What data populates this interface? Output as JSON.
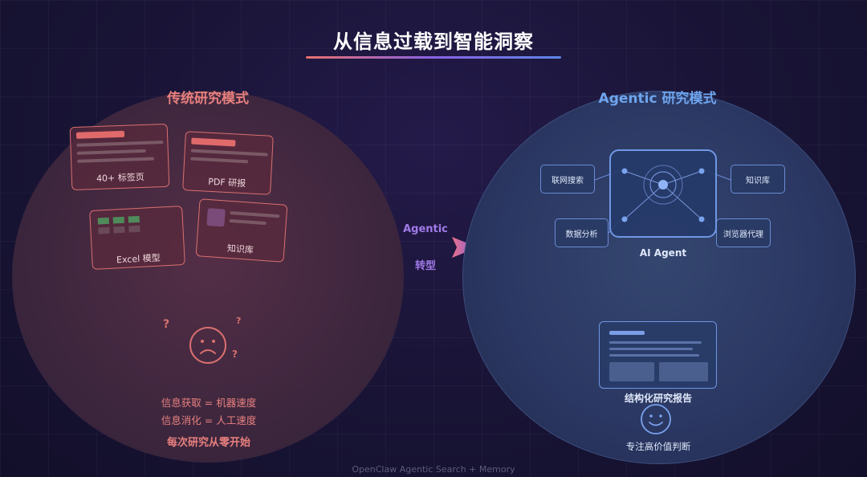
{
  "title": "从信息过载到智能洞察",
  "left": {
    "heading": "传统研究模式",
    "cards": [
      "40+ 标签页",
      "PDF 研报",
      "Excel 模型",
      "知识库"
    ],
    "question_mark": "?",
    "line1": "信息获取 = 机器速度",
    "line2": "信息消化 = 人工速度",
    "line3": "每次研究从零开始"
  },
  "middle": {
    "label_top": "Agentic",
    "label_bottom": "转型"
  },
  "right": {
    "heading": "Agentic 研究模式",
    "nodes": {
      "web_search": "联网搜索",
      "knowledge_base": "知识库",
      "data_analysis": "数据分析",
      "browser_agent": "浏览器代理"
    },
    "agent_label": "AI Agent",
    "report_label": "结构化研究报告",
    "focus_label": "专注高价值判断"
  },
  "footer": "OpenClaw Agentic Search + Memory",
  "colors": {
    "accent_red": "#d9706f",
    "accent_blue": "#6f97e4",
    "accent_purple": "#a07ae8"
  }
}
